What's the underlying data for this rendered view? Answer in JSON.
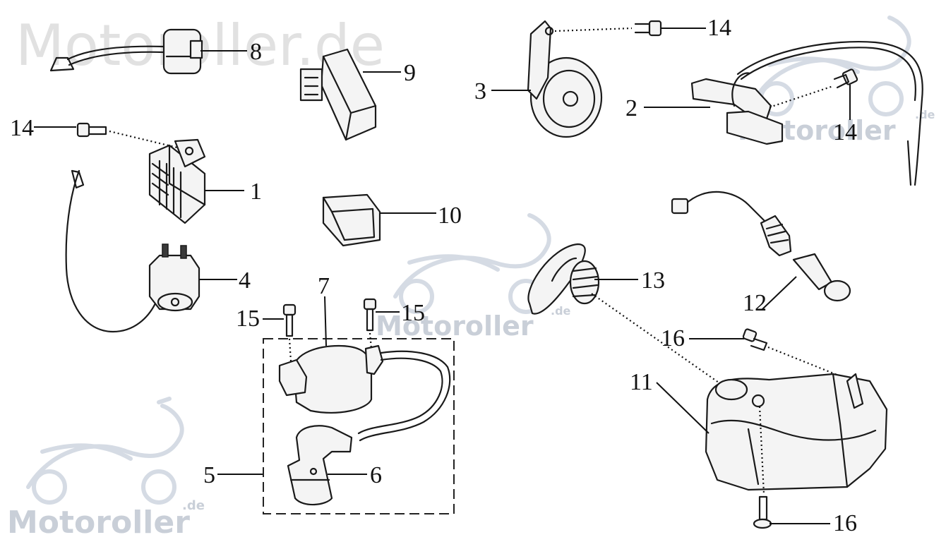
{
  "watermarks": {
    "top_left": "Motoroller.de",
    "brand": "Motoroller",
    "suffix": ".de"
  },
  "callouts": {
    "c1": "1",
    "c2": "2",
    "c3": "3",
    "c4": "4",
    "c5": "5",
    "c6": "6",
    "c7": "7",
    "c8": "8",
    "c9": "9",
    "c10": "10",
    "c11": "11",
    "c12": "12",
    "c13": "13",
    "c14a": "14",
    "c14b": "14",
    "c14c": "14",
    "c15a": "15",
    "c15b": "15",
    "c16a": "16",
    "c16b": "16"
  }
}
